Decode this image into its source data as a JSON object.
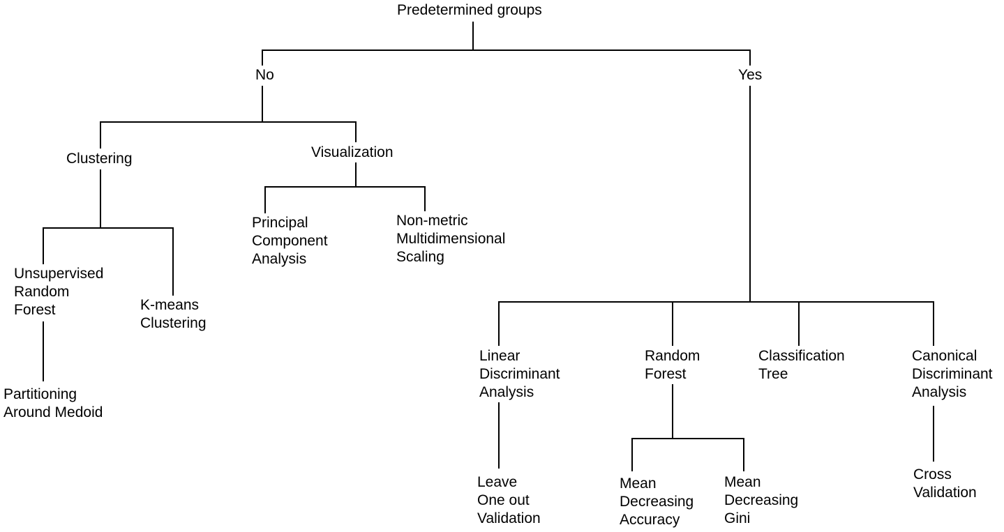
{
  "nodes": {
    "root": [
      "Predetermined groups"
    ],
    "no": [
      "No"
    ],
    "yes": [
      "Yes"
    ],
    "clustering": [
      "Clustering"
    ],
    "visualization": [
      "Visualization"
    ],
    "urf": [
      "Unsupervised",
      "Random",
      "Forest"
    ],
    "kmeans": [
      "K-means",
      "Clustering"
    ],
    "pam": [
      "Partitioning",
      "Around Medoid"
    ],
    "pca": [
      "Principal",
      "Component",
      "Analysis"
    ],
    "nmds": [
      "Non-metric",
      "Multidimensional",
      "Scaling"
    ],
    "lda": [
      "Linear",
      "Discriminant",
      "Analysis"
    ],
    "rf": [
      "Random",
      "Forest"
    ],
    "ctree": [
      "Classification",
      "Tree"
    ],
    "cda": [
      "Canonical",
      "Discriminant",
      "Analysis"
    ],
    "loo": [
      "Leave",
      "One out",
      "Validation"
    ],
    "mda": [
      "Mean",
      "Decreasing",
      "Accuracy"
    ],
    "mdg": [
      "Mean",
      "Decreasing",
      "Gini"
    ],
    "cv": [
      "Cross",
      "Validation"
    ]
  },
  "edges": [
    [
      "root",
      "no"
    ],
    [
      "root",
      "yes"
    ],
    [
      "no",
      "clustering"
    ],
    [
      "no",
      "visualization"
    ],
    [
      "clustering",
      "urf"
    ],
    [
      "clustering",
      "kmeans"
    ],
    [
      "urf",
      "pam"
    ],
    [
      "visualization",
      "pca"
    ],
    [
      "visualization",
      "nmds"
    ],
    [
      "yes",
      "lda"
    ],
    [
      "yes",
      "rf"
    ],
    [
      "yes",
      "ctree"
    ],
    [
      "yes",
      "cda"
    ],
    [
      "lda",
      "loo"
    ],
    [
      "rf",
      "mda"
    ],
    [
      "rf",
      "mdg"
    ],
    [
      "cda",
      "cv"
    ]
  ]
}
